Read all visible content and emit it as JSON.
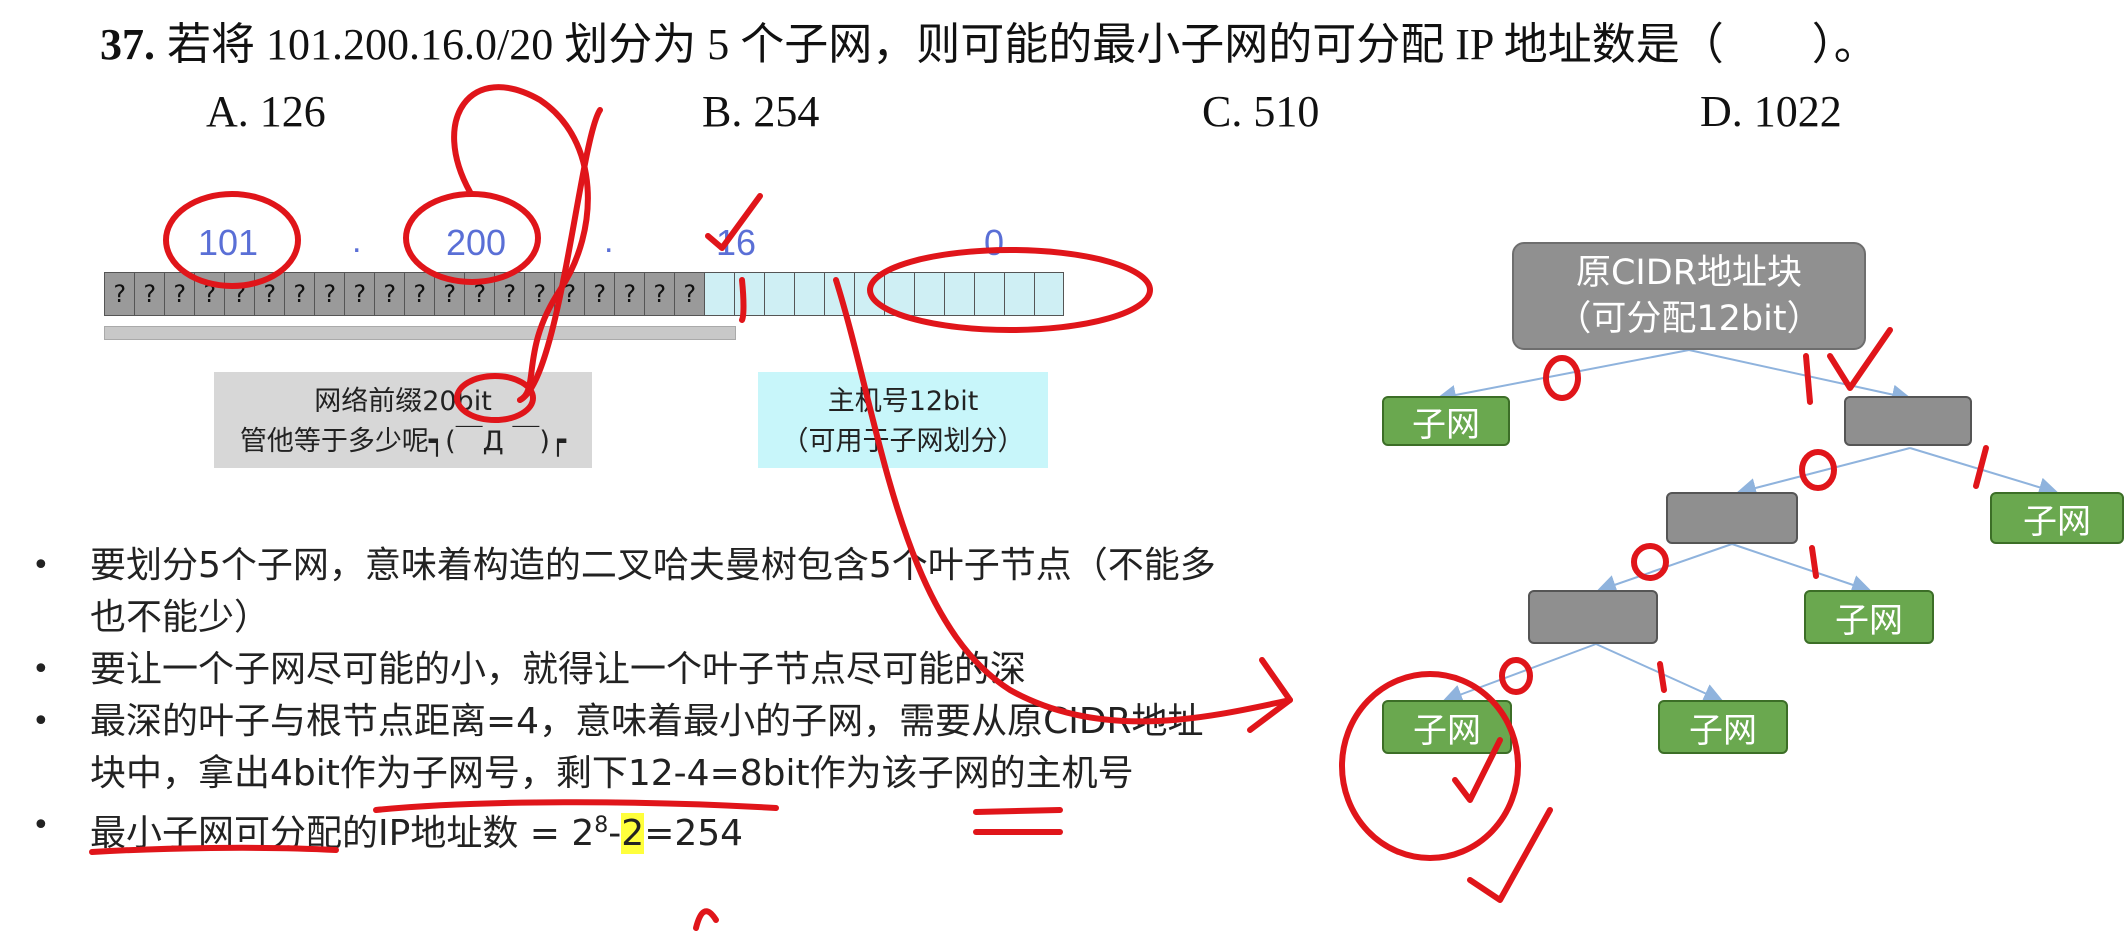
{
  "question": {
    "number": "37.",
    "text": "若将 101.200.16.0/20 划分为 5 个子网，则可能的最小子网的可分配 IP 地址数是（　　）。"
  },
  "options": [
    {
      "letter": "A.",
      "value": "126"
    },
    {
      "letter": "B.",
      "value": "254"
    },
    {
      "letter": "C.",
      "value": "510"
    },
    {
      "letter": "D.",
      "value": "1022"
    }
  ],
  "octets": [
    "101",
    "200",
    "16",
    "0"
  ],
  "separator": ".",
  "bit_cells": {
    "unknown_char": "?",
    "unknown_count": 20,
    "zero_count": 4,
    "host_count": 8
  },
  "net_box": {
    "line1": "网络前缀20bit",
    "line2": "管他等于多少呢┑(￣Д ￣)┍"
  },
  "host_box": {
    "line1": "主机号12bit",
    "line2": "（可用于子网划分）"
  },
  "bullets": {
    "b1": "要划分5个子网，意味着构造的二叉哈夫曼树包含5个叶子节点（不能多也不能少）",
    "b2": "要让一个子网尽可能的小，就得让一个叶子节点尽可能的深",
    "b3": "最深的叶子与根节点距离=4，意味着最小的子网，需要从原CIDR地址块中，拿出4bit作为子网号，剩下12-4=8bit作为该子网的主机号",
    "b4_prefix": "最小子网可分配的IP地址数 = 2",
    "b4_sup": "8",
    "b4_minus": "-",
    "b4_two": "2",
    "b4_suffix": "=254"
  },
  "tree": {
    "root_line1": "原CIDR地址块",
    "root_line2": "（可分配12bit）",
    "leaf_label": "子网"
  },
  "colors": {
    "annotation_red": "#e0151a",
    "leaf_green": "#6aa84f",
    "edge_blue": "#8fb3dd",
    "octet_blue": "#5a6fd6",
    "highlight": "#ffff3c"
  }
}
